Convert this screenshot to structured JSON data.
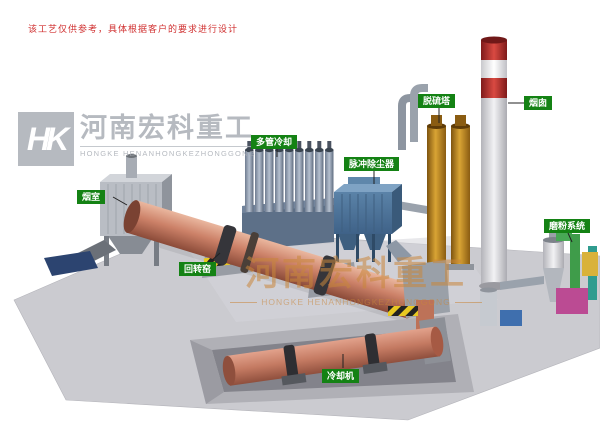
{
  "note": "该工艺仅供参考，具体根据客户的要求进行设计",
  "watermark_left": {
    "logo": "HK",
    "company_cn": "河南宏科重工",
    "company_en": "HONGKE  HENANHONGKEZHONGGONG"
  },
  "watermark_center": {
    "company_cn": "河南宏科重工",
    "company_en": "HONGKE  HENANHONGKEZHONGGONG"
  },
  "labels": {
    "smoke_chamber": "烟室",
    "multi_tube_cooler": "多管冷却",
    "pulse_dust_collector": "脉冲除尘器",
    "desulfurization_tower": "脱硫塔",
    "chimney": "烟囱",
    "grinding_system": "磨粉系统",
    "rotary_kiln": "回转窑",
    "cooling_machine": "冷却机"
  },
  "colors": {
    "note_red": "#d03030",
    "label_green": "#148214",
    "kiln_salmon": "#c97f67",
    "collector_blue": "#4d7397",
    "tower_orange": "#c08a28",
    "chimney_red": "#b03030",
    "watermark_orange": "#c9873c",
    "watermark_gray": "#a4a9b1",
    "floor_gray": "#cbcbd0"
  }
}
